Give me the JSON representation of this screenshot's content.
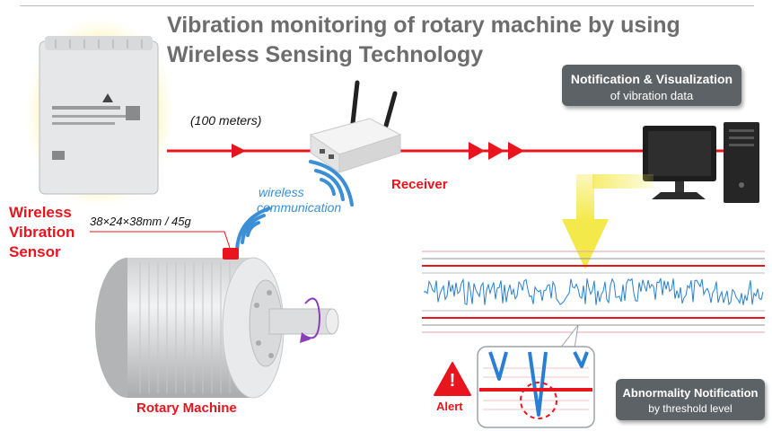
{
  "title": {
    "line1": "Vibration monitoring of rotary machine by using",
    "line2": "Wireless Sensing Technology"
  },
  "distance_label": "(100 meters)",
  "receiver_label": "Receiver",
  "wireless_label": {
    "line1": "wireless",
    "line2": "communication"
  },
  "sensor_label": {
    "line1": "Wireless",
    "line2": "Vibration",
    "line3": "Sensor"
  },
  "sensor_spec": "38×24×38mm / 45g",
  "machine_label": "Rotary Machine",
  "notification_box": {
    "title": "Notification & Visualization",
    "subtitle": "of vibration data"
  },
  "abnormality_box": {
    "title": "Abnormality Notification",
    "subtitle": "by threshold level"
  },
  "alert_label": "Alert",
  "alert_symbol": "!",
  "colors": {
    "accent_red": "#e8141e",
    "wireless_blue": "#3a8fd6",
    "signal_blue": "#2a7fd4",
    "highlight_yellow": "#f4e94a",
    "box_gray": "#5d6266"
  },
  "icons": [
    "wireless-waves-icon",
    "arrow-right-icon",
    "alert-triangle-icon",
    "monitor-icon",
    "pc-tower-icon",
    "rotation-arrow-icon"
  ]
}
